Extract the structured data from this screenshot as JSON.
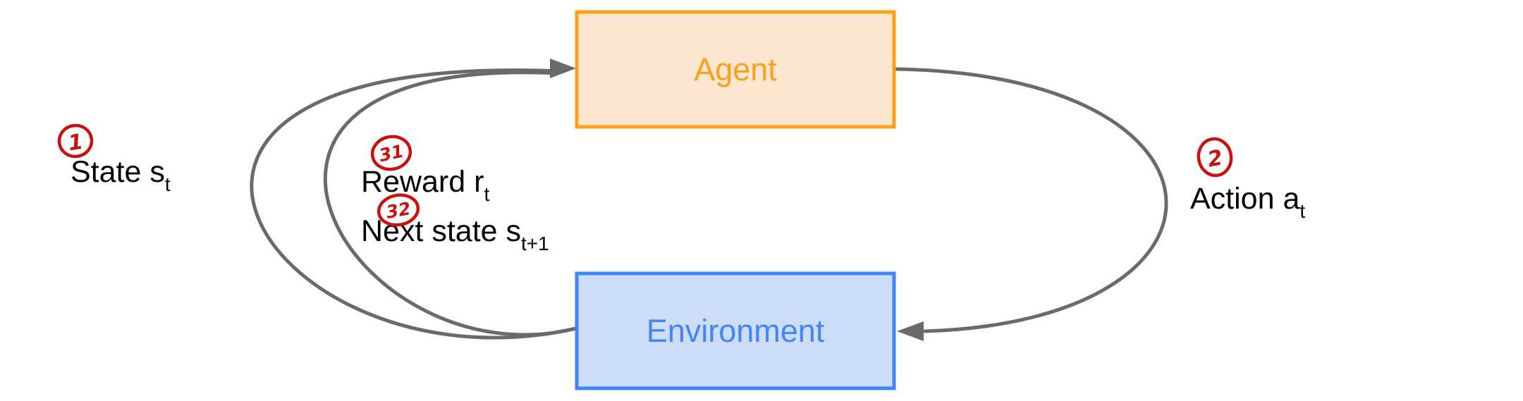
{
  "diagram": {
    "title": "Reinforcement learning agent-environment interaction loop",
    "boxes": {
      "agent": {
        "label": "Agent"
      },
      "environment": {
        "label": "Environment"
      }
    },
    "labels": {
      "state": {
        "text": "State s",
        "sub": "t"
      },
      "reward": {
        "text": "Reward r",
        "sub": "t"
      },
      "next_state": {
        "text": "Next state s",
        "sub": "t+1"
      },
      "action": {
        "text": "Action a",
        "sub": "t"
      }
    },
    "annotations": {
      "state_step": "1",
      "action_step": "2",
      "reward_step": "31",
      "next_state_step": "32"
    },
    "colors": {
      "agent_border": "#F9A11B",
      "agent_fill": "#FCE6D1",
      "agent_text": "#F9A11B",
      "environment_border": "#4285F4",
      "environment_fill": "#CDDDF7",
      "environment_text": "#4285F4",
      "arrow": "#6A6A6A",
      "annotation_red": "#C6130F",
      "label_text": "#000000"
    }
  }
}
